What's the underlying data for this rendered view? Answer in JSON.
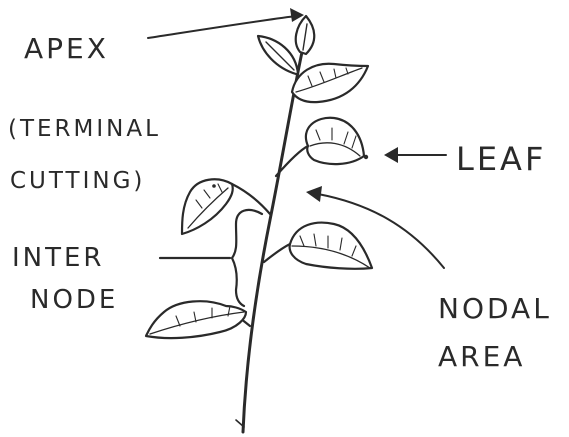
{
  "labels": {
    "apex": "APEX",
    "apex_note_line1": "(TERMINAL",
    "apex_note_line2": "CUTTING)",
    "internode_line1": "INTER",
    "internode_line2": "NODE",
    "leaf": "LEAF",
    "nodal_line1": "NODAL",
    "nodal_line2": "AREA"
  },
  "colors": {
    "ink": "#2a2a2a",
    "paper": "#ffffff"
  }
}
